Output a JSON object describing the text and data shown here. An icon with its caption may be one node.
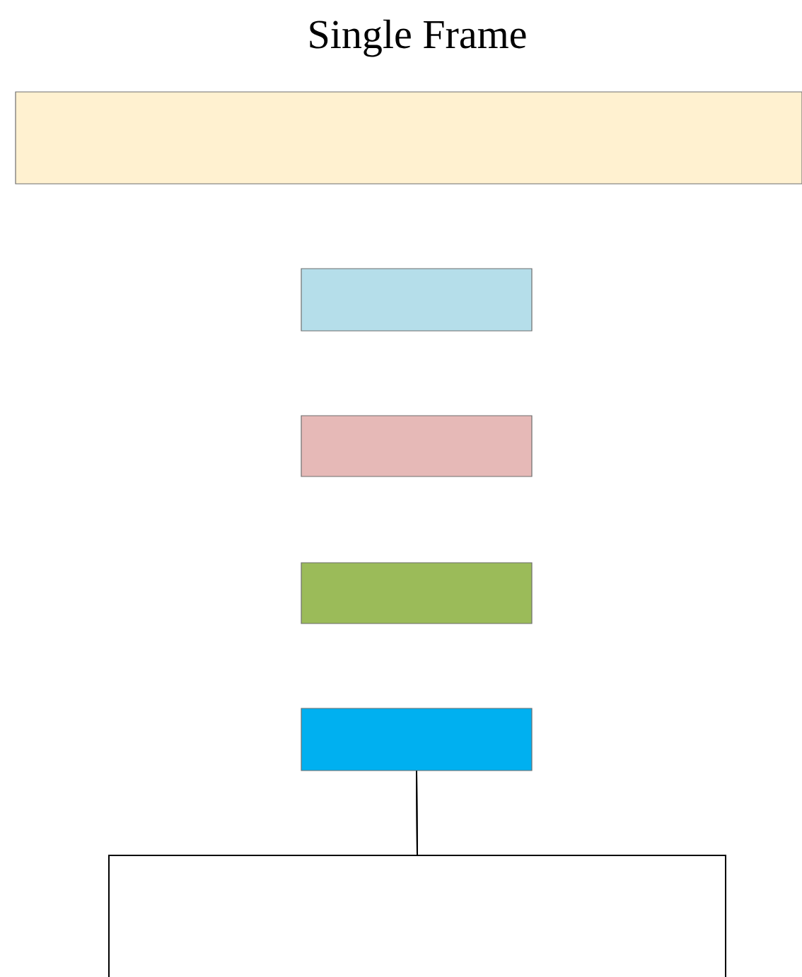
{
  "diagram": {
    "title": "Single Frame",
    "nodes": [
      {
        "text": [],
        "shape": "box"
      },
      {
        "text": [],
        "shape": "box"
      },
      {
        "text": [],
        "shape": "box"
      },
      {
        "text": [],
        "shape": "box"
      },
      {
        "text": [],
        "shape": "box"
      }
    ],
    "edges": [
      {
        "from": 4,
        "to": null,
        "arrow": "none"
      },
      {
        "from": 4,
        "to": null,
        "arrow": "none"
      }
    ]
  }
}
